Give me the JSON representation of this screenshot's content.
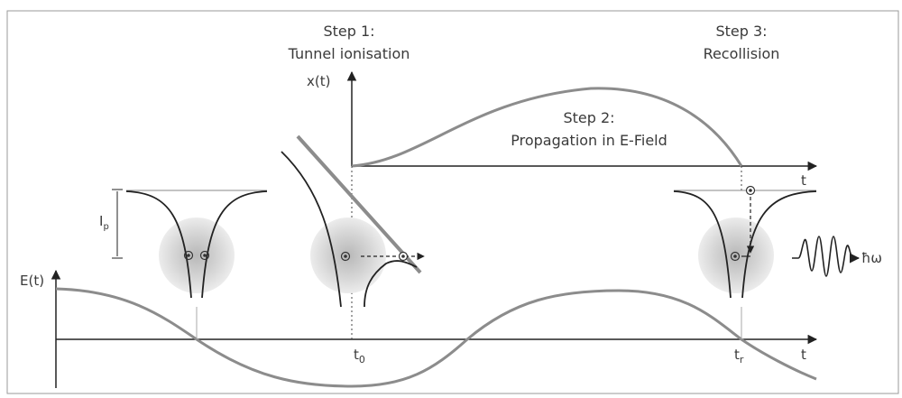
{
  "steps": {
    "step1_title": "Step 1:",
    "step1_desc": "Tunnel ionisation",
    "step2_title": "Step 2:",
    "step2_desc": "Propagation in E-Field",
    "step3_title": "Step 3:",
    "step3_desc": "Recollision"
  },
  "axes": {
    "x_label": "x(t)",
    "e_label": "E(t)",
    "t_label_top": "t",
    "t_label_bottom": "t",
    "t0_main": "t",
    "t0_sub": "0",
    "tr_main": "t",
    "tr_sub": "r"
  },
  "labels": {
    "ip_main": "I",
    "ip_sub": "p",
    "photon": "ħω"
  },
  "colors": {
    "curve": "#8c8c8c",
    "line": "#222222",
    "text": "#3a3a3a"
  }
}
